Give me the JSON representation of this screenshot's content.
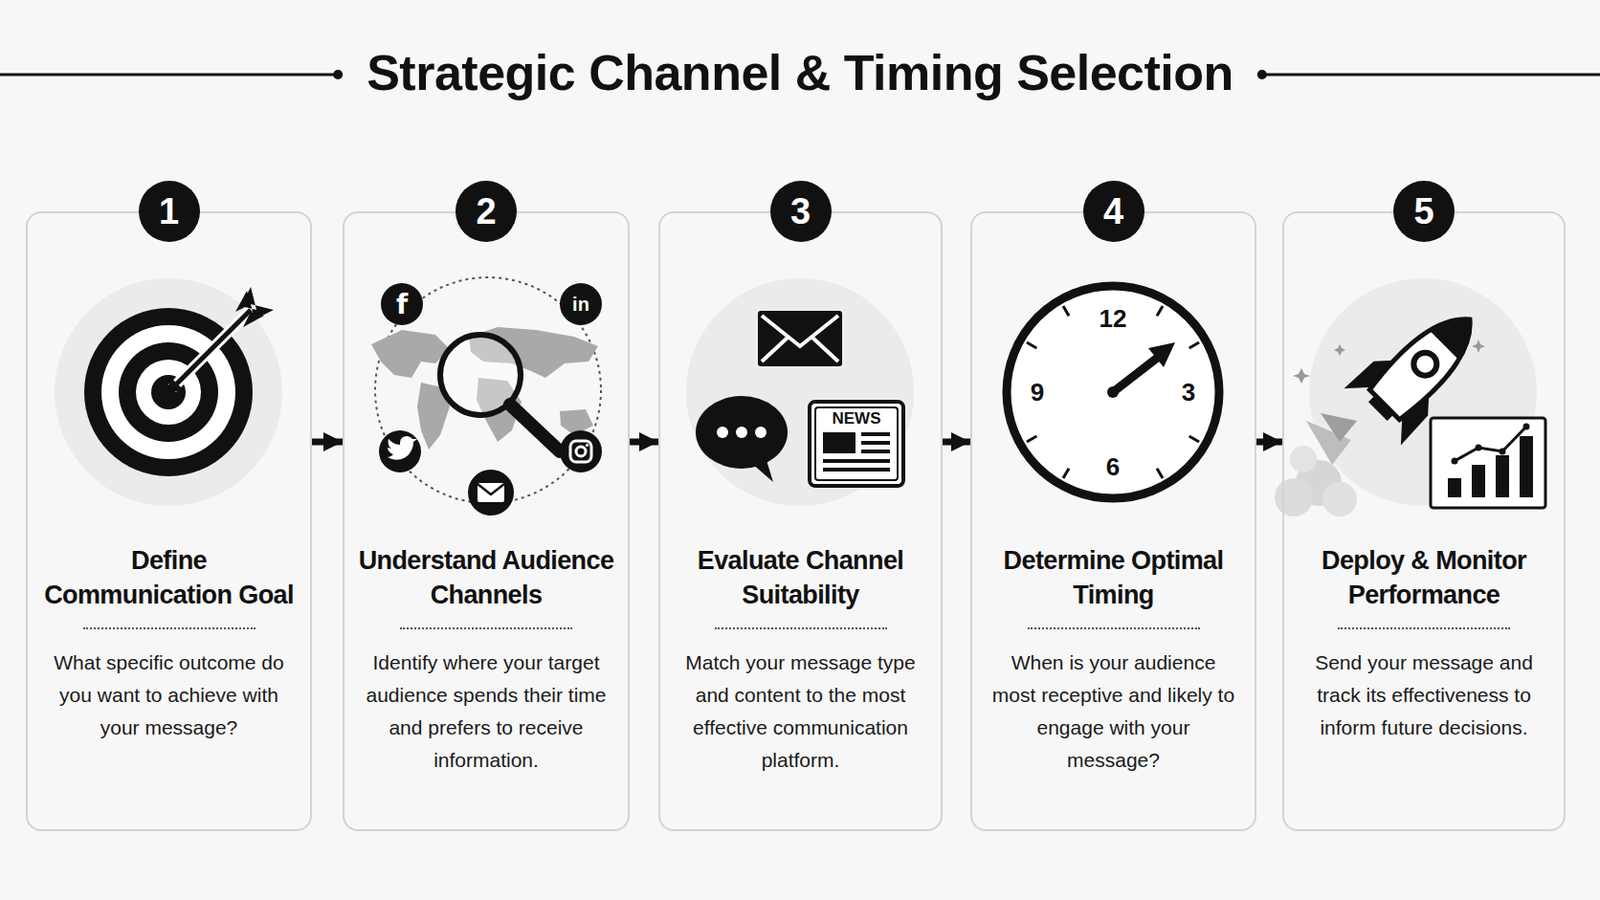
{
  "diagram": {
    "title": "Strategic Channel & Timing Selection",
    "nodes": [
      {
        "text": [
          "1",
          "Define Communication Goal",
          "What specific outcome do you want to achieve with your message?"
        ]
      },
      {
        "text": [
          "2",
          "Understand Audience Channels",
          "Identify where your target audience spends their time and prefers to receive information."
        ]
      },
      {
        "text": [
          "3",
          "Evaluate Channel Suitability",
          "Match your message type and content to the most effective communication platform."
        ]
      },
      {
        "text": [
          "4",
          "Determine Optimal Timing",
          "When is your audience most receptive and likely to engage with your message?"
        ]
      },
      {
        "text": [
          "5",
          "Deploy & Monitor Performance",
          "Send your message and track its effectiveness to inform future decisions."
        ]
      }
    ],
    "edges": [
      {
        "from": 0,
        "to": 1,
        "arrow": "to"
      },
      {
        "from": 1,
        "to": 2,
        "arrow": "to"
      },
      {
        "from": 2,
        "to": 3,
        "arrow": "to"
      },
      {
        "from": 3,
        "to": 4,
        "arrow": "to"
      }
    ],
    "labels": [
      "f",
      "in",
      "NEWS",
      "12",
      "3",
      "6",
      "9"
    ]
  }
}
